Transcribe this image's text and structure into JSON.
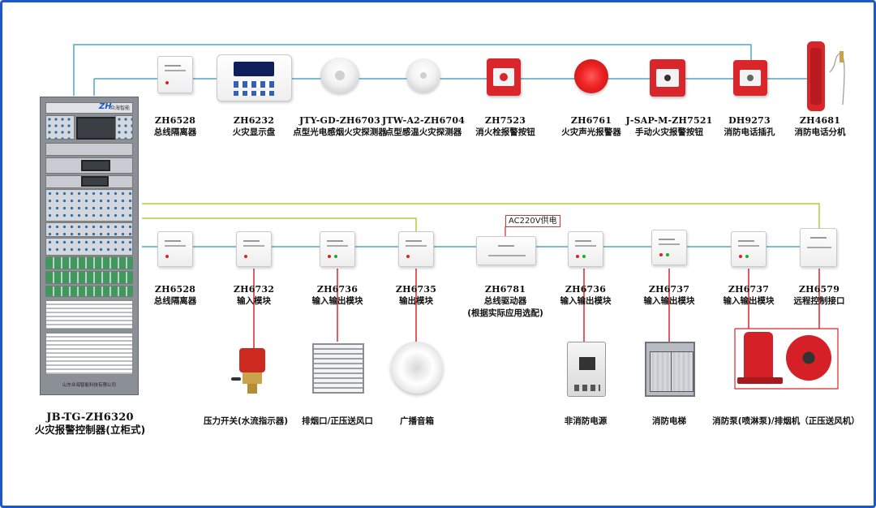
{
  "cabinet": {
    "brand": "ZH",
    "brand_text": "众海智能",
    "footer": "山东众海智能科技有限公司",
    "model": "JB-TG-ZH6320",
    "name": "火灾报警控制器(立柜式)"
  },
  "top_row": [
    {
      "model": "ZH6528",
      "name": "总线隔离器",
      "icon": "bus-isolator-icon"
    },
    {
      "model": "ZH6232",
      "name": "火灾显示盘",
      "icon": "fire-display-panel-icon"
    },
    {
      "model": "JTY-GD-ZH6703",
      "name": "点型光电感烟火灾探测器",
      "icon": "smoke-detector-icon"
    },
    {
      "model": "JTW-A2-ZH6704",
      "name": "点型感温火灾探测器",
      "icon": "heat-detector-icon"
    },
    {
      "model": "ZH7523",
      "name": "消火栓报警按钮",
      "icon": "hydrant-button-icon"
    },
    {
      "model": "ZH6761",
      "name": "火灾声光报警器",
      "icon": "sounder-strobe-icon"
    },
    {
      "model": "J-SAP-M-ZH7521",
      "name": "手动火灾报警按钮",
      "icon": "manual-call-point-icon"
    },
    {
      "model": "DH9273",
      "name": "消防电话插孔",
      "icon": "phone-jack-icon"
    },
    {
      "model": "ZH4681",
      "name": "消防电话分机",
      "icon": "fire-phone-icon"
    }
  ],
  "bottom_row": [
    {
      "model": "ZH6528",
      "name": "总线隔离器",
      "note": "",
      "icon": "bus-isolator-icon"
    },
    {
      "model": "ZH6732",
      "name": "输入模块",
      "note": "",
      "icon": "input-module-icon"
    },
    {
      "model": "ZH6736",
      "name": "输入输出模块",
      "note": "",
      "icon": "io-module-icon"
    },
    {
      "model": "ZH6735",
      "name": "输出模块",
      "note": "",
      "icon": "output-module-icon"
    },
    {
      "model": "ZH6781",
      "name": "总线驱动器",
      "note": "(根据实际应用选配)",
      "icon": "bus-driver-icon"
    },
    {
      "model": "ZH6736",
      "name": "输入输出模块",
      "note": "",
      "icon": "io-module-icon"
    },
    {
      "model": "ZH6737",
      "name": "输入输出模块",
      "note": "",
      "icon": "io-module-icon"
    },
    {
      "model": "ZH6737",
      "name": "输入输出模块",
      "note": "",
      "icon": "io-module-icon"
    },
    {
      "model": "ZH6579",
      "name": "远程控制接口",
      "note": "",
      "icon": "remote-control-interface-icon"
    }
  ],
  "ac_power": "AC220V供电",
  "equipment": [
    {
      "name": "压力开关(水流指示器)",
      "icon": "pressure-switch-icon"
    },
    {
      "name": "排烟口/正压送风口",
      "icon": "smoke-vent-icon"
    },
    {
      "name": "广播音箱",
      "icon": "speaker-icon"
    },
    {
      "name": "非消防电源",
      "icon": "breaker-icon"
    },
    {
      "name": "消防电梯",
      "icon": "elevator-icon"
    },
    {
      "name": "消防泵(喷淋泵)/排烟机（正压送风机）",
      "icon": "pump-fan-icon"
    }
  ],
  "colors": {
    "frame": "#1d57c9",
    "bus_top": "#4fa8c8",
    "bus_bottom": "#a9cf3c",
    "equipment_line": "#d9262b"
  }
}
